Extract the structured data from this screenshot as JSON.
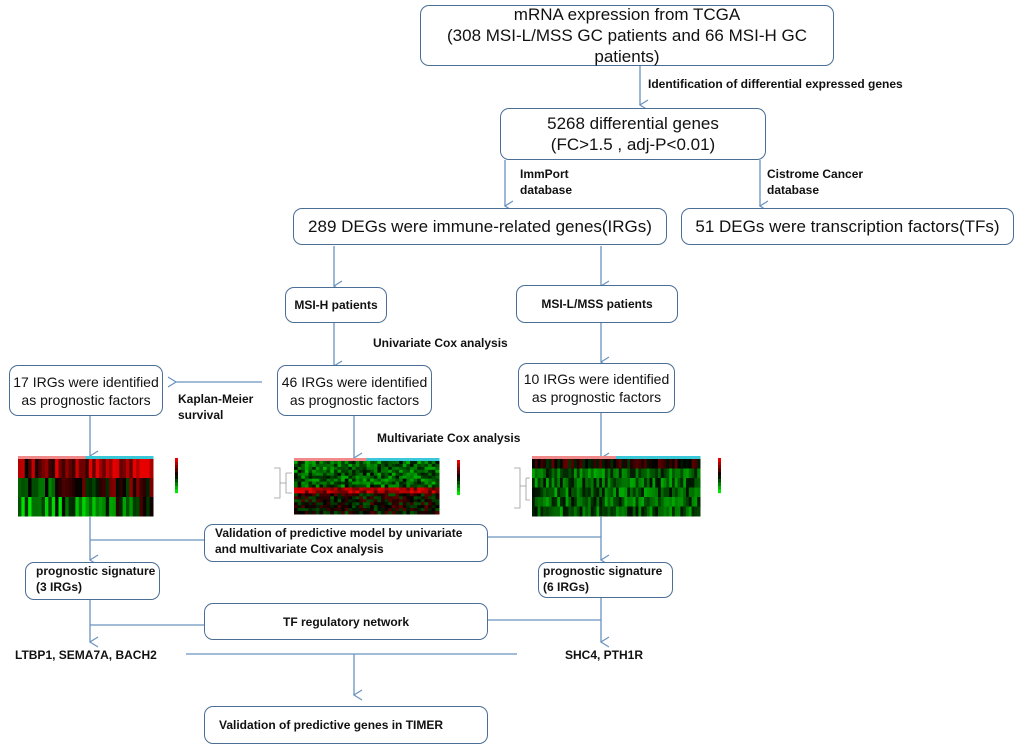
{
  "boxes": {
    "source": {
      "line1": "mRNA expression from TCGA",
      "line2": "(308 MSI-L/MSS GC patients and 66 MSI-H GC patients)"
    },
    "degs": {
      "line1": "5268 differential genes",
      "line2": "(FC>1.5 , adj-P<0.01)"
    },
    "irgs": "289 DEGs were immune-related genes(IRGs)",
    "tfs": "51 DEGs  were transcription factors(TFs)",
    "msih": "MSI-H patients",
    "msil": "MSI-L/MSS patients",
    "km17": {
      "line1": "17 IRGs were identified",
      "line2": "as prognostic factors"
    },
    "uni46": {
      "line1": "46 IRGs were identified",
      "line2": "as prognostic factors"
    },
    "uni10": {
      "line1": "10 IRGs were identified",
      "line2": "as prognostic factors"
    },
    "validation": {
      "line1": "Validation of predictive model by univariate",
      "line2": "and multivariate Cox analysis"
    },
    "sig3": {
      "line1": "prognostic signature",
      "line2": "(3 IRGs)"
    },
    "sig6": {
      "line1": "prognostic signature",
      "line2": "(6 IRGs)"
    },
    "tfnet": "TF regulatory network",
    "timer": "Validation of predictive genes in TIMER"
  },
  "labels": {
    "deg_step": "Identification of differential expressed genes",
    "immport": {
      "line1": "ImmPort",
      "line2": "database"
    },
    "cistrome": {
      "line1": "Cistrome Cancer",
      "line2": "database"
    },
    "univariate": "Univariate Cox analysis",
    "km": {
      "line1": "Kaplan-Meier",
      "line2": "survival"
    },
    "multivariate": "Multivariate Cox analysis",
    "genes_left": "LTBP1, SEMA7A, BACH2",
    "genes_right": "SHC4, PTH1R"
  },
  "heatmaps": [
    {
      "name": "heatmap-3-irgs",
      "rows": 3,
      "cols": 40
    },
    {
      "name": "heatmap-46-irgs",
      "rows": 18,
      "cols": 40
    },
    {
      "name": "heatmap-10-irgs",
      "rows": 6,
      "cols": 60
    }
  ],
  "colors": {
    "line": "#6a93c0",
    "border": "#4a6e96",
    "group_a": "#f08a8a",
    "group_b": "#39c8d8"
  }
}
